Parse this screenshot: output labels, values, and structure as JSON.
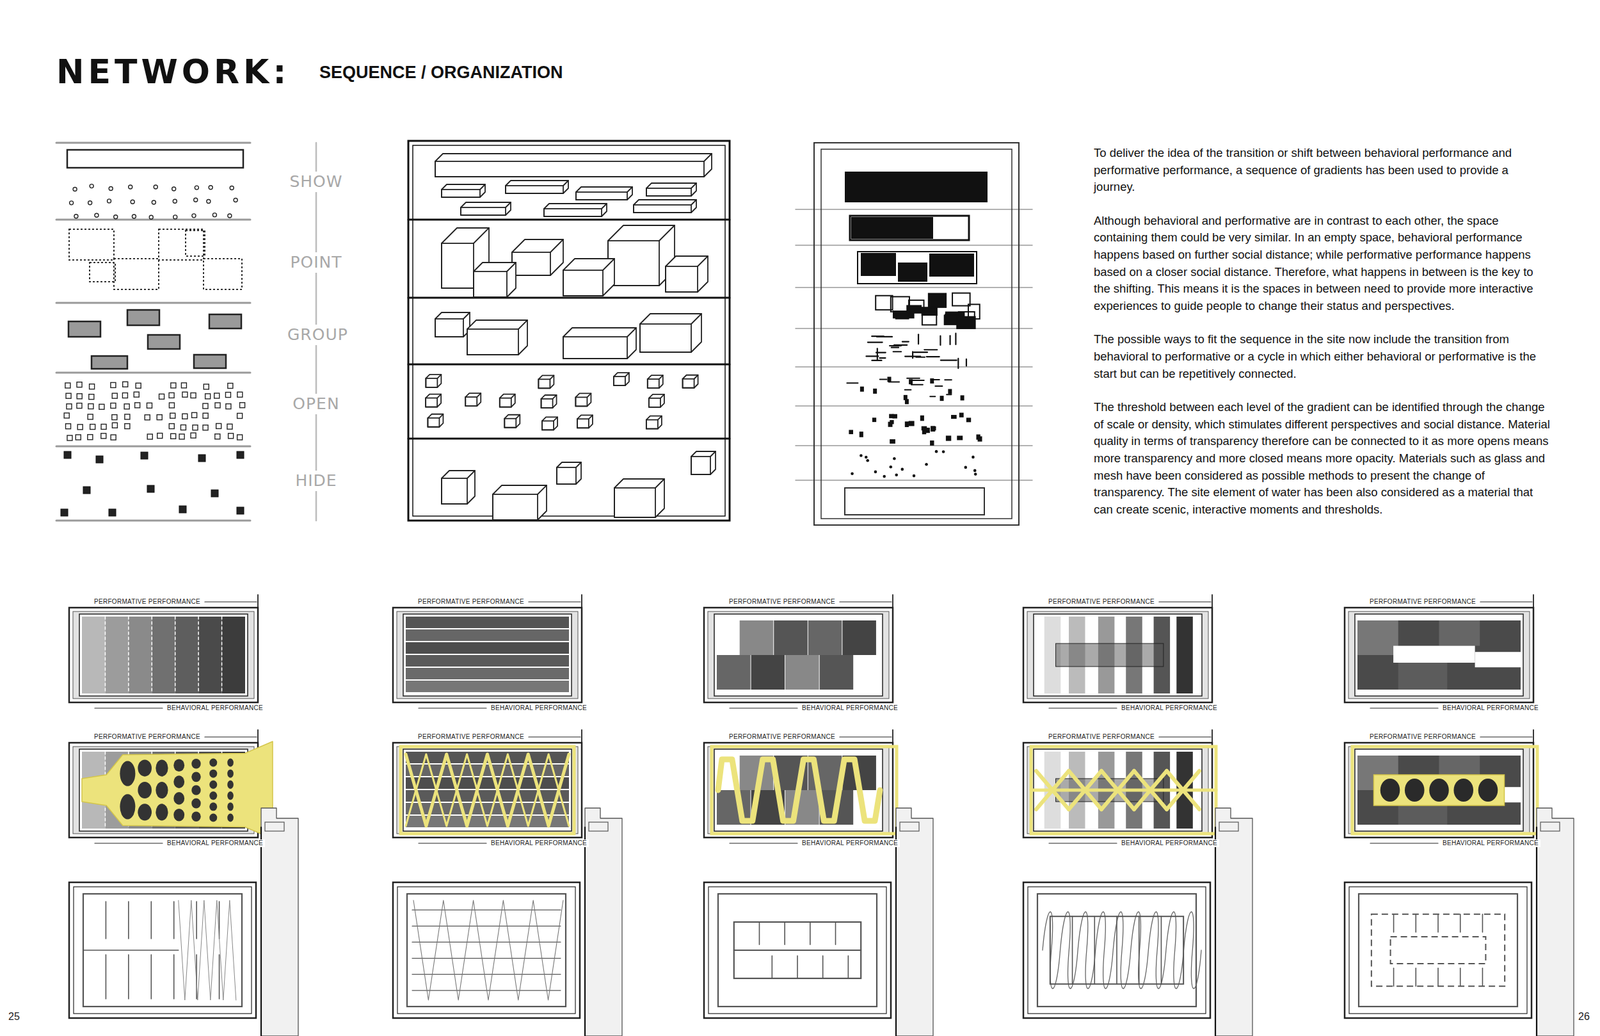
{
  "diagram": {
    "title": "NETWORK:",
    "labels": [
      "SEQUENCE / ORGANIZATION",
      "SHOW",
      "POINT",
      "GROUP",
      "OPEN",
      "HIDE",
      "To deliver the idea of the transition or shift between behavioral performance and performative performance, a sequence of gradients has been used to provide a journey.",
      "Although behavioral and performative are in contrast to each other, the space containing them could be very similar. In an empty space, behavioral performance happens based on further social distance; while performative performance happens based on a closer social distance. Therefore, what happens in between is the key to the shifting. This means it is the spaces in between need to provide more interactive experiences to guide people to change their status and perspectives.",
      "The possible ways to fit the sequence in the site now include the transition from behavioral to performative or a cycle in which either behavioral or performative is the start but can be repetitively connected.",
      "The threshold between each level of the gradient can be identified through the change of scale or density, which stimulates different perspectives and social distance. Material quality in terms of transparency therefore can be connected to it as more opens means more transparency and more closed means more opacity. Materials such as glass and mesh have been considered as possible methods to present the change of transparency. The site element of water has been also considered as a material that can create scenic, interactive moments and thresholds.",
      "PERFORMATIVE PERFORMANCE",
      "BEHAVIORAL PERFORMANCE",
      "PERFORMATIVE PERFORMANCE",
      "BEHAVIORAL PERFORMANCE",
      "PERFORMATIVE PERFORMANCE",
      "BEHAVIORAL PERFORMANCE",
      "PERFORMATIVE PERFORMANCE",
      "BEHAVIORAL PERFORMANCE",
      "PERFORMATIVE PERFORMANCE",
      "BEHAVIORAL PERFORMANCE",
      "PERFORMATIVE PERFORMANCE",
      "BEHAVIORAL PERFORMANCE",
      "PERFORMATIVE PERFORMANCE",
      "BEHAVIORAL PERFORMANCE",
      "PERFORMATIVE PERFORMANCE",
      "BEHAVIORAL PERFORMANCE",
      "PERFORMATIVE PERFORMANCE",
      "BEHAVIORAL PERFORMANCE",
      "PERFORMATIVE PERFORMANCE",
      "BEHAVIORAL PERFORMANCE",
      "25",
      "26"
    ]
  }
}
